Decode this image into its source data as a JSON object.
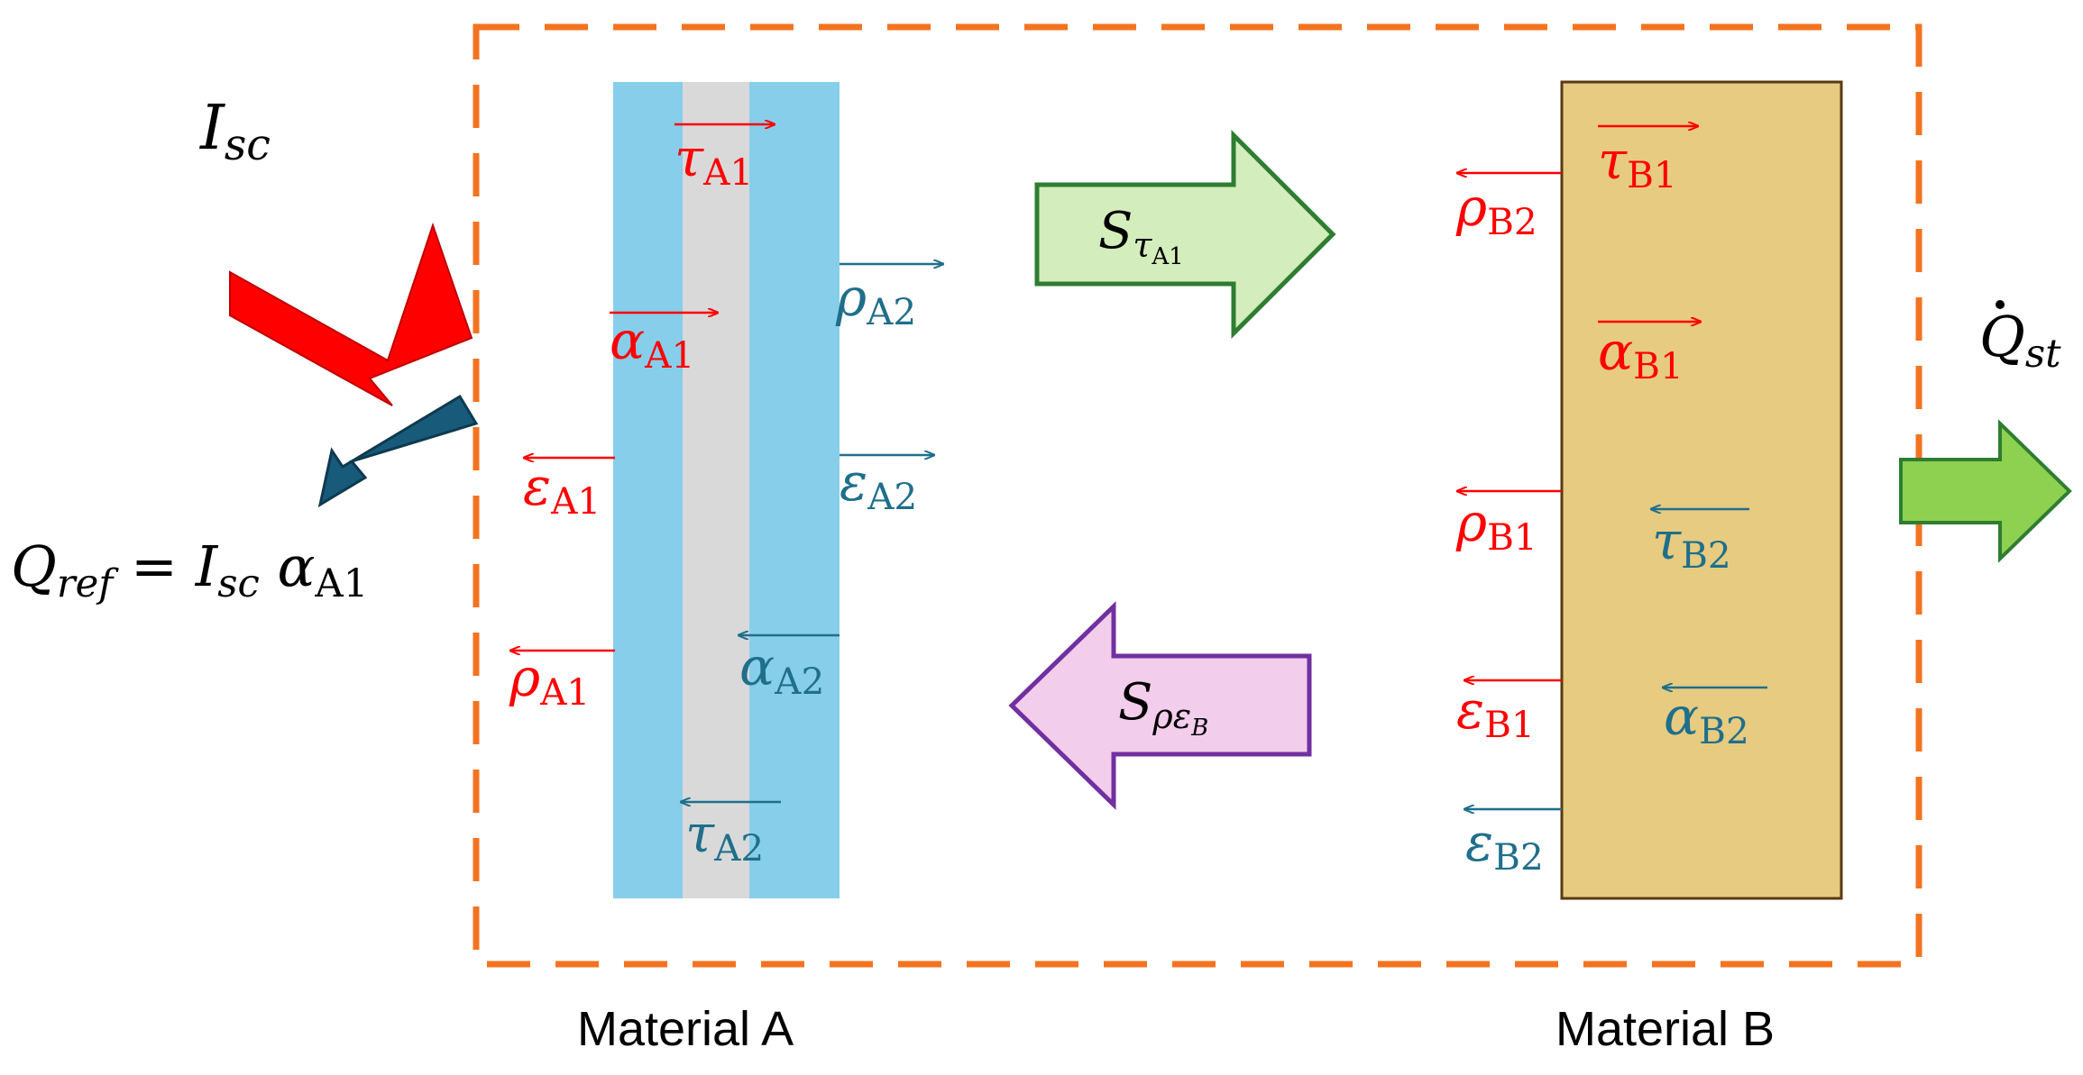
{
  "colors": {
    "red": "#ff0000",
    "teal": "#1f6f8b",
    "orange": "#f4731f",
    "layer_blue": "#87ceeb",
    "layer_grey": "#d9d9d9",
    "material_b": "#e6cb80",
    "material_b_border": "#5a3a14",
    "green_fill": "#d4edbc",
    "green_stroke": "#2e7d32",
    "purple_fill": "#f3cdec",
    "purple_stroke": "#7030a0",
    "q_arrow": "#8ed150",
    "in_arrow": "#ff0000",
    "out_arrow": "#185a7a"
  },
  "labels": {
    "isc": {
      "main": "I",
      "sub": "sc"
    },
    "qref": {
      "lhs": "Q",
      "lhs_sub": "ref",
      "eq": " = ",
      "i": "I",
      "i_sub": "sc",
      "a": " α",
      "a_sub": "A1"
    },
    "qst": {
      "main": "Q",
      "sub": "st"
    },
    "tau_a1": {
      "main": "τ",
      "sub": "A1"
    },
    "alpha_a1": {
      "main": "α",
      "sub": "A1"
    },
    "rho_a2": {
      "main": "ρ",
      "sub": "A2"
    },
    "eps_a2": {
      "main": "ε",
      "sub": "A2"
    },
    "eps_a1": {
      "main": "ε",
      "sub": "A1"
    },
    "rho_a1": {
      "main": "ρ",
      "sub": "A1"
    },
    "alpha_a2": {
      "main": "α",
      "sub": "A2"
    },
    "tau_a2": {
      "main": "τ",
      "sub": "A2"
    },
    "s_tau": {
      "main": "S",
      "sub": "τ",
      "subsub": "A1"
    },
    "s_rho": {
      "main": "S",
      "sub": "ρε",
      "subsub": "B"
    },
    "tau_b1": {
      "main": "τ",
      "sub": "B1"
    },
    "rho_b2": {
      "main": "ρ",
      "sub": "B2"
    },
    "alpha_b1": {
      "main": "α",
      "sub": "B1"
    },
    "rho_b1": {
      "main": "ρ",
      "sub": "B1"
    },
    "tau_b2": {
      "main": "τ",
      "sub": "B2"
    },
    "eps_b1": {
      "main": "ε",
      "sub": "B1"
    },
    "alpha_b2": {
      "main": "α",
      "sub": "B2"
    },
    "eps_b2": {
      "main": "ε",
      "sub": "B2"
    }
  },
  "captions": {
    "material_a": "Material A",
    "material_b": "Material B"
  }
}
